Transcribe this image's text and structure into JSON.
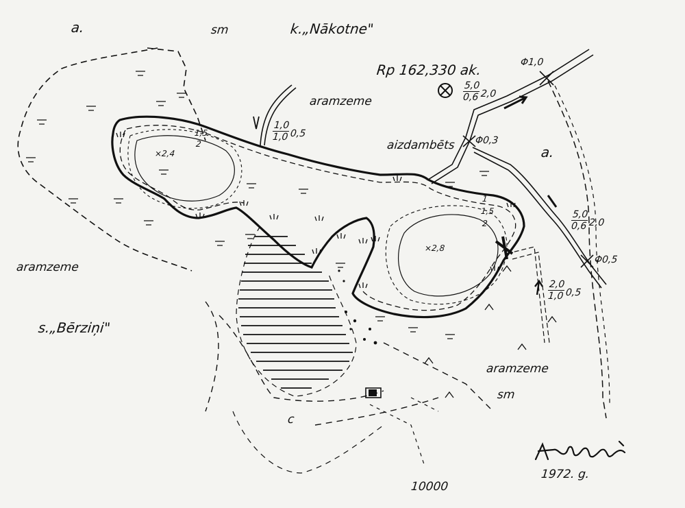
{
  "labels": {
    "a_top": "a.",
    "sm_top": "sm",
    "k_nakotne": "k.„Nākotne\"",
    "rp_benchmark": "Rp 162,330 ak.",
    "aramzeme_top": "aramzeme",
    "aizdambets": "aizdambēts",
    "phi_10": "Φ1,0",
    "phi_03": "Φ0,3",
    "phi_05": "Φ0,5",
    "a_right": "a.",
    "aramzeme_left": "aramzeme",
    "s_berzini": "s.„Bērziņi\"",
    "aramzeme_bottom": "aramzeme",
    "sm_bottom": "sm",
    "letter_c": "c",
    "scale": "10000",
    "year": "1972. g.",
    "depth_west": "×2,4",
    "depth_east": "×2,8",
    "contour_15_w": "1,5",
    "contour_2_w": "2",
    "contour_1_e": "1",
    "contour_15_e": "1,5",
    "contour_2_e": "2"
  },
  "ditches": {
    "upper": {
      "num": "5,0",
      "den": "0,6",
      "right": "2,0"
    },
    "inflow": {
      "num": "1,0",
      "den": "1,0",
      "right": "0,5"
    },
    "right": {
      "num": "5,0",
      "den": "0,6",
      "right": "2,0"
    },
    "lower": {
      "num": "2,0",
      "den": "1,0",
      "right": "0,5"
    }
  },
  "colors": {
    "ink": "#111111",
    "paper": "#f4f4f1"
  },
  "icons": {
    "benchmark": "benchmark-circle-cross-icon",
    "farmstead": "building-icon",
    "signature": "handwritten-signature"
  }
}
